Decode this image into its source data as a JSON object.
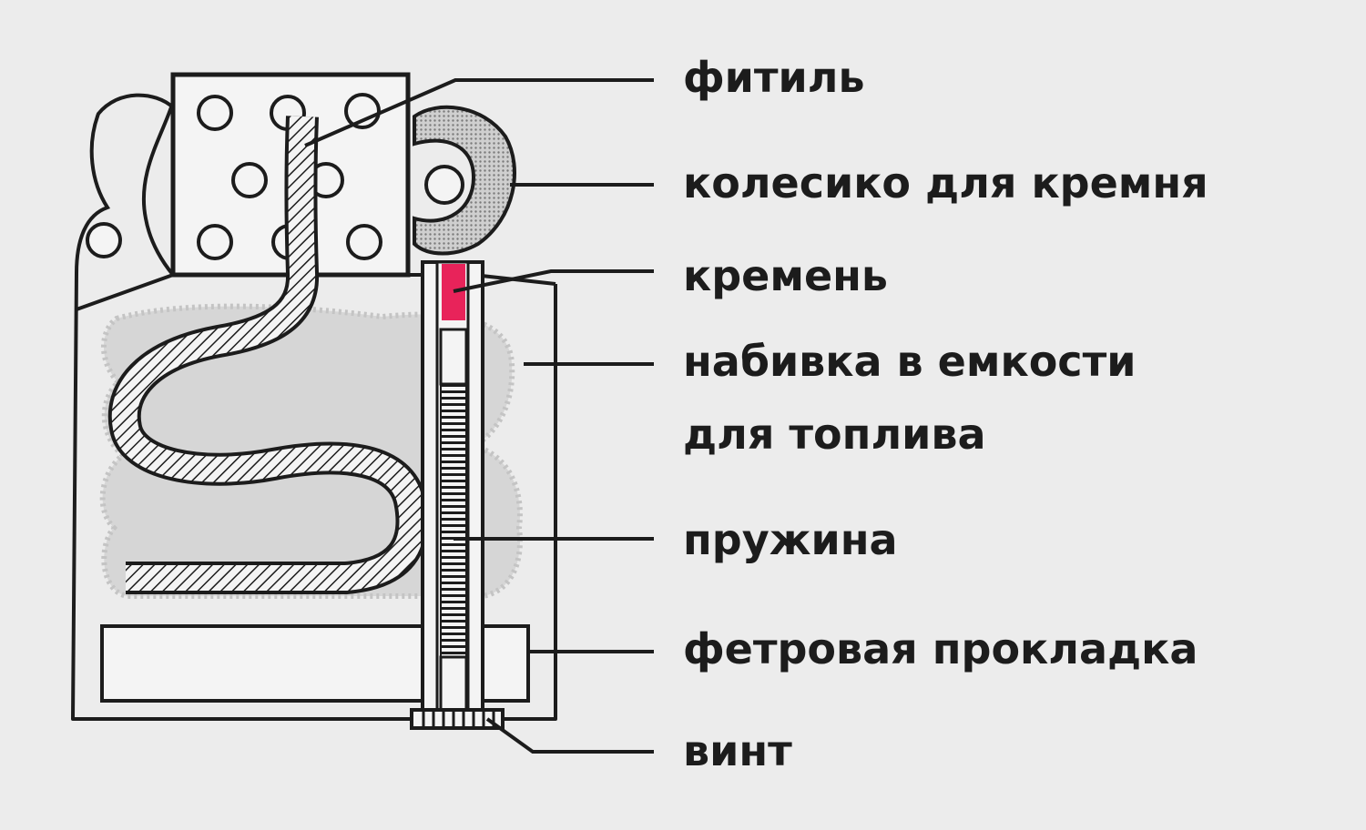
{
  "labels": {
    "wick": "фитиль",
    "flint_wheel": "колесико для кремня",
    "flint": "кремень",
    "filling_line1": "набивка в емкости",
    "filling_line2": "для топлива",
    "spring": "пружина",
    "felt_pad": "фетровая прокладка",
    "screw": "винт"
  },
  "colors": {
    "background": "#ececec",
    "ink": "#1c1c1c",
    "flint": "#e8235a",
    "filling": "#d4d4d4"
  }
}
